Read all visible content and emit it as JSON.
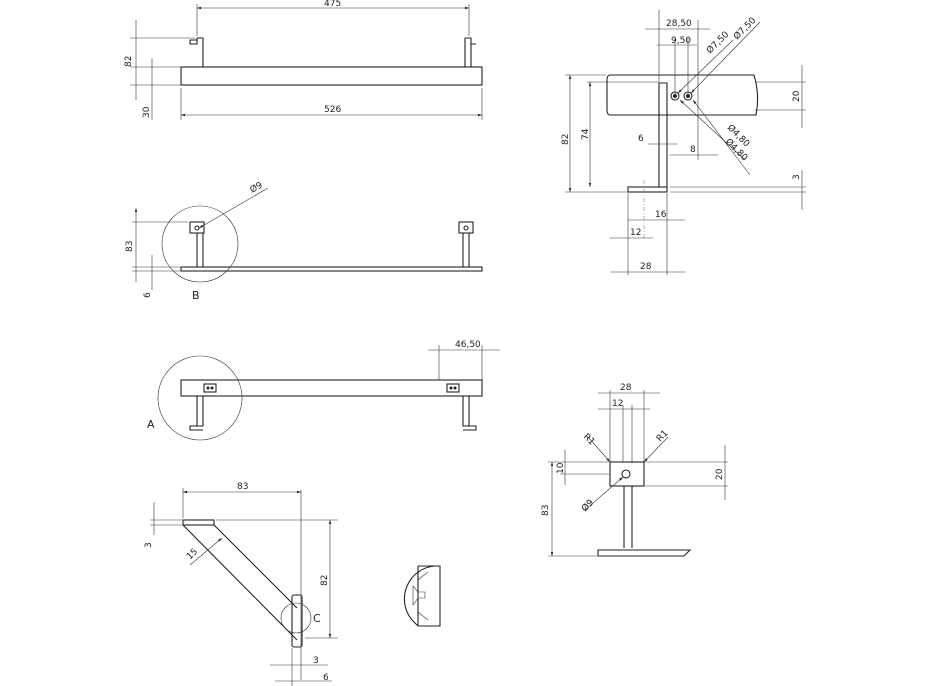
{
  "views": {
    "top": {
      "dims": {
        "overall_span": "475",
        "length": "526",
        "height": "82",
        "thickness": "30"
      }
    },
    "side_b": {
      "dims": {
        "hole_dia": "Ø9",
        "height": "83",
        "plate": "6"
      },
      "detail_label": "B"
    },
    "plan_a": {
      "dims": {
        "offset": "46,50"
      },
      "detail_label": "A"
    },
    "bracket_c": {
      "dims": {
        "width": "83",
        "plate": "3",
        "arm": "15",
        "height": "82",
        "web": "3",
        "flange": "6"
      },
      "detail_label": "C"
    },
    "profile": {
      "dims": {
        "spacing_outer": "28,50",
        "spacing_inner": "9,50",
        "dia_a": "Ø7,50",
        "dia_b": "Ø7,50",
        "dia_c": "Ø4,80",
        "dia_d": "Ø4,80",
        "total_h": "82",
        "inner_h": "74",
        "bar_h": "20",
        "thick": "6",
        "hole_off": "8",
        "base": "3",
        "w16": "16",
        "w12": "12",
        "w28": "28"
      }
    },
    "end": {
      "dims": {
        "w28": "28",
        "w12": "12",
        "r_left": "R1",
        "r_right": "R1",
        "h10": "10",
        "h20": "20",
        "hole": "Ø9",
        "h83": "83"
      }
    }
  }
}
